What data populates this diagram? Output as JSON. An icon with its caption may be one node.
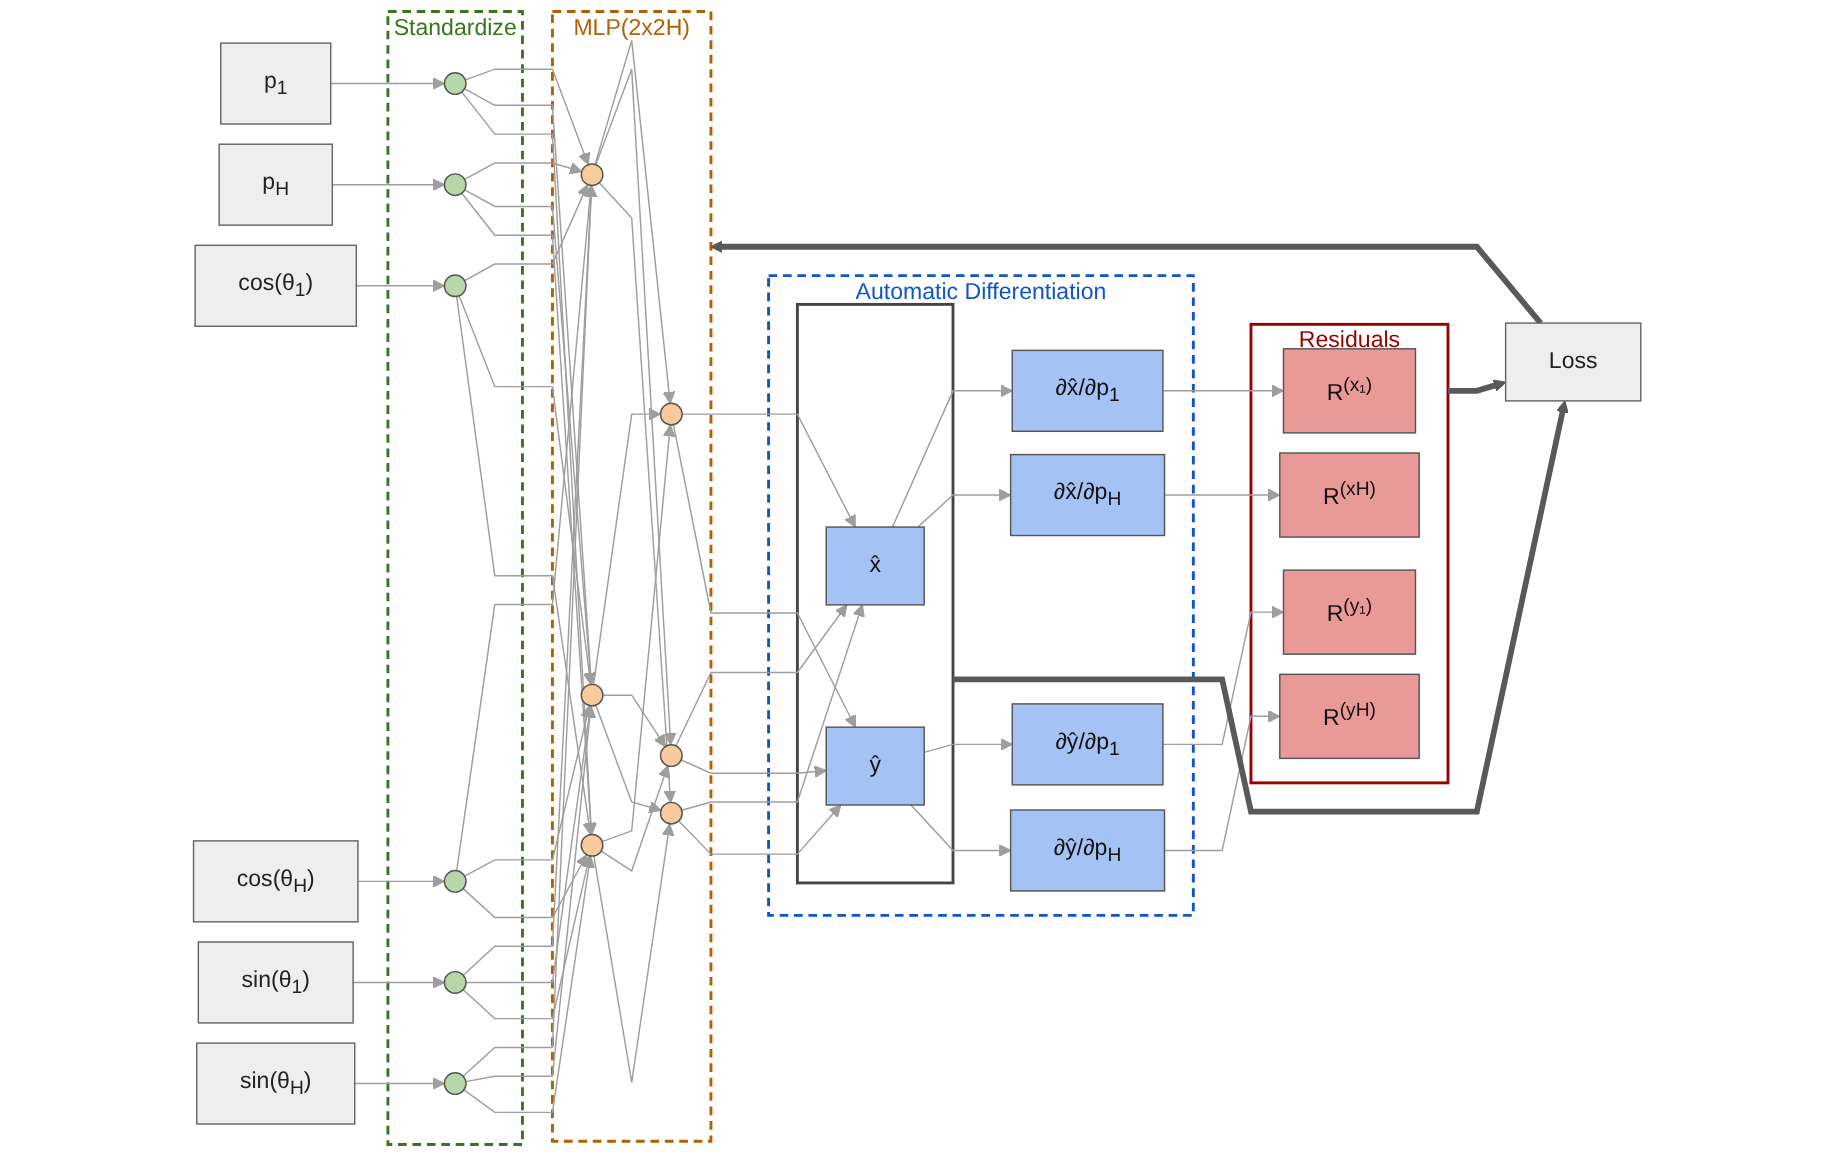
{
  "diagram": {
    "nodes": [
      {
        "text": [
          "p$_{1}$"
        ]
      },
      {
        "text": [
          "p$_{H}$"
        ]
      },
      {
        "text": [
          "cos(θ$_{1}$)"
        ]
      },
      {
        "text": [
          "cos(θ$_{H}$)"
        ]
      },
      {
        "text": [
          "sin(θ$_{1}$)"
        ]
      },
      {
        "text": [
          "sin(θ$_{H}$)"
        ]
      },
      {
        "text": [
          "Standardize"
        ]
      },
      {
        "text": [],
        "shape": "circle",
        "in": 6
      },
      {
        "text": [],
        "shape": "circle",
        "in": 6
      },
      {
        "text": [],
        "shape": "circle",
        "in": 6
      },
      {
        "text": [],
        "shape": "circle",
        "in": 6
      },
      {
        "text": [],
        "shape": "circle",
        "in": 6
      },
      {
        "text": [],
        "shape": "circle",
        "in": 6
      },
      {
        "text": [
          "MLP(2x2H)"
        ]
      },
      {
        "text": [],
        "shape": "circle",
        "in": 13
      },
      {
        "text": [],
        "shape": "circle",
        "in": 13
      },
      {
        "text": [],
        "shape": "circle",
        "in": 13
      },
      {
        "text": [],
        "shape": "circle",
        "in": 13
      },
      {
        "text": [],
        "shape": "circle",
        "in": 13
      },
      {
        "text": [],
        "shape": "circle",
        "in": 13
      },
      {
        "text": [
          "Automatic Differentiation"
        ]
      },
      {
        "text": [],
        "shape": "box",
        "in": 20
      },
      {
        "text": [
          "x̂"
        ],
        "in": 21
      },
      {
        "text": [
          "ŷ"
        ],
        "in": 21
      },
      {
        "text": [
          "∂x̂/∂p$_{1}$"
        ],
        "in": 20
      },
      {
        "text": [
          "∂x̂/∂p$_{H}$"
        ],
        "in": 20
      },
      {
        "text": [
          "∂ŷ/∂p$_{1}$"
        ],
        "in": 20
      },
      {
        "text": [
          "∂ŷ/∂p$_{H}$"
        ],
        "in": 20
      },
      {
        "text": [
          "Residuals"
        ]
      },
      {
        "text": [
          "R$^{(x₁)}$"
        ],
        "in": 28
      },
      {
        "text": [
          "R$^{(xH)}$"
        ],
        "in": 28
      },
      {
        "text": [
          "R$^{(y₁)}$"
        ],
        "in": 28
      },
      {
        "text": [
          "R$^{(yH)}$"
        ],
        "in": 28
      },
      {
        "text": [
          "Loss"
        ]
      }
    ],
    "edges": [
      {
        "from": 0,
        "to": 7,
        "arrow": "to"
      },
      {
        "from": 1,
        "to": 8,
        "arrow": "to"
      },
      {
        "from": 2,
        "to": 9,
        "arrow": "to"
      },
      {
        "from": 3,
        "to": 10,
        "arrow": "to"
      },
      {
        "from": 4,
        "to": 11,
        "arrow": "to"
      },
      {
        "from": 5,
        "to": 12,
        "arrow": "to"
      },
      {
        "from": 7,
        "to": 14,
        "arrow": "to"
      },
      {
        "from": 7,
        "to": 15,
        "arrow": "to"
      },
      {
        "from": 7,
        "to": 16,
        "arrow": "to"
      },
      {
        "from": 8,
        "to": 14,
        "arrow": "to"
      },
      {
        "from": 8,
        "to": 15,
        "arrow": "to"
      },
      {
        "from": 8,
        "to": 16,
        "arrow": "to"
      },
      {
        "from": 9,
        "to": 14,
        "arrow": "to"
      },
      {
        "from": 9,
        "to": 15,
        "arrow": "to"
      },
      {
        "from": 9,
        "to": 16,
        "arrow": "to"
      },
      {
        "from": 10,
        "to": 14,
        "arrow": "to"
      },
      {
        "from": 10,
        "to": 15,
        "arrow": "to"
      },
      {
        "from": 10,
        "to": 16,
        "arrow": "to"
      },
      {
        "from": 11,
        "to": 14,
        "arrow": "to"
      },
      {
        "from": 11,
        "to": 15,
        "arrow": "to"
      },
      {
        "from": 11,
        "to": 16,
        "arrow": "to"
      },
      {
        "from": 12,
        "to": 14,
        "arrow": "to"
      },
      {
        "from": 12,
        "to": 15,
        "arrow": "to"
      },
      {
        "from": 12,
        "to": 16,
        "arrow": "to"
      },
      {
        "from": 14,
        "to": 17,
        "arrow": "to"
      },
      {
        "from": 14,
        "to": 18,
        "arrow": "to"
      },
      {
        "from": 14,
        "to": 19,
        "arrow": "to"
      },
      {
        "from": 15,
        "to": 17,
        "arrow": "to"
      },
      {
        "from": 15,
        "to": 18,
        "arrow": "to"
      },
      {
        "from": 15,
        "to": 19,
        "arrow": "to"
      },
      {
        "from": 16,
        "to": 17,
        "arrow": "to"
      },
      {
        "from": 16,
        "to": 18,
        "arrow": "to"
      },
      {
        "from": 16,
        "to": 19,
        "arrow": "to"
      },
      {
        "from": 17,
        "to": 22,
        "arrow": "to"
      },
      {
        "from": 17,
        "to": 23,
        "arrow": "to"
      },
      {
        "from": 18,
        "to": 22,
        "arrow": "to"
      },
      {
        "from": 18,
        "to": 23,
        "arrow": "to"
      },
      {
        "from": 19,
        "to": 22,
        "arrow": "to"
      },
      {
        "from": 19,
        "to": 23,
        "arrow": "to"
      },
      {
        "from": 22,
        "to": 24,
        "arrow": "to"
      },
      {
        "from": 22,
        "to": 25,
        "arrow": "to"
      },
      {
        "from": 23,
        "to": 26,
        "arrow": "to"
      },
      {
        "from": 23,
        "to": 27,
        "arrow": "to"
      },
      {
        "from": 24,
        "to": 29,
        "arrow": "to"
      },
      {
        "from": 25,
        "to": 30,
        "arrow": "to"
      },
      {
        "from": 26,
        "to": 31,
        "arrow": "to"
      },
      {
        "from": 27,
        "to": 32,
        "arrow": "to"
      },
      {
        "from": 28,
        "to": 33,
        "arrow": "to",
        "style": "thick",
        "color": "#595959"
      },
      {
        "from": 21,
        "to": 33,
        "arrow": "to",
        "style": "thick",
        "color": "#595959"
      },
      {
        "from": 33,
        "to": 13,
        "arrow": "to",
        "style": "thick",
        "color": "#595959"
      }
    ]
  }
}
